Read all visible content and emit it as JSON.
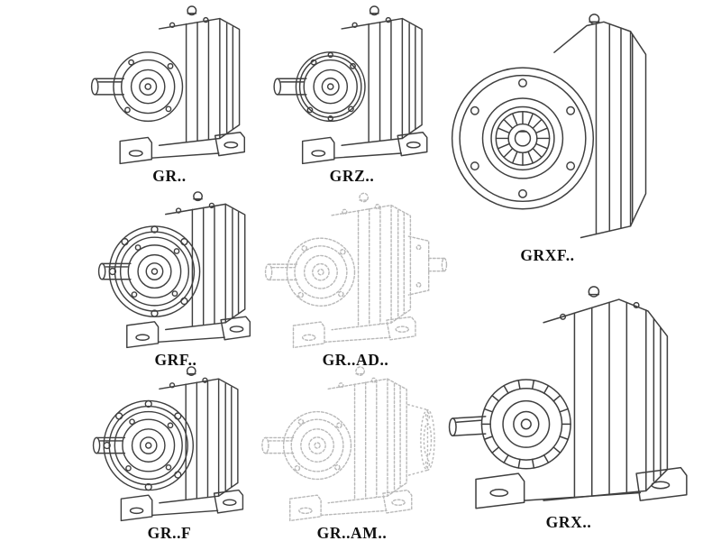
{
  "page": {
    "background_color": "#ffffff",
    "line_color": "#3f3f3f",
    "phantom_line_color": "#b9b9b9",
    "label_color": "#101010"
  },
  "figures": [
    {
      "id": "gr",
      "label": "GR..",
      "style": "solid"
    },
    {
      "id": "grz",
      "label": "GRZ..",
      "style": "solid"
    },
    {
      "id": "grxf",
      "label": "GRXF..",
      "style": "solid"
    },
    {
      "id": "grf",
      "label": "GRF..",
      "style": "solid"
    },
    {
      "id": "gr_ad",
      "label": "GR..AD..",
      "style": "phantom"
    },
    {
      "id": "gr_f",
      "label": "GR..F",
      "style": "solid"
    },
    {
      "id": "gr_am",
      "label": "GR..AM..",
      "style": "phantom"
    },
    {
      "id": "grx",
      "label": "GRX..",
      "style": "solid"
    }
  ]
}
